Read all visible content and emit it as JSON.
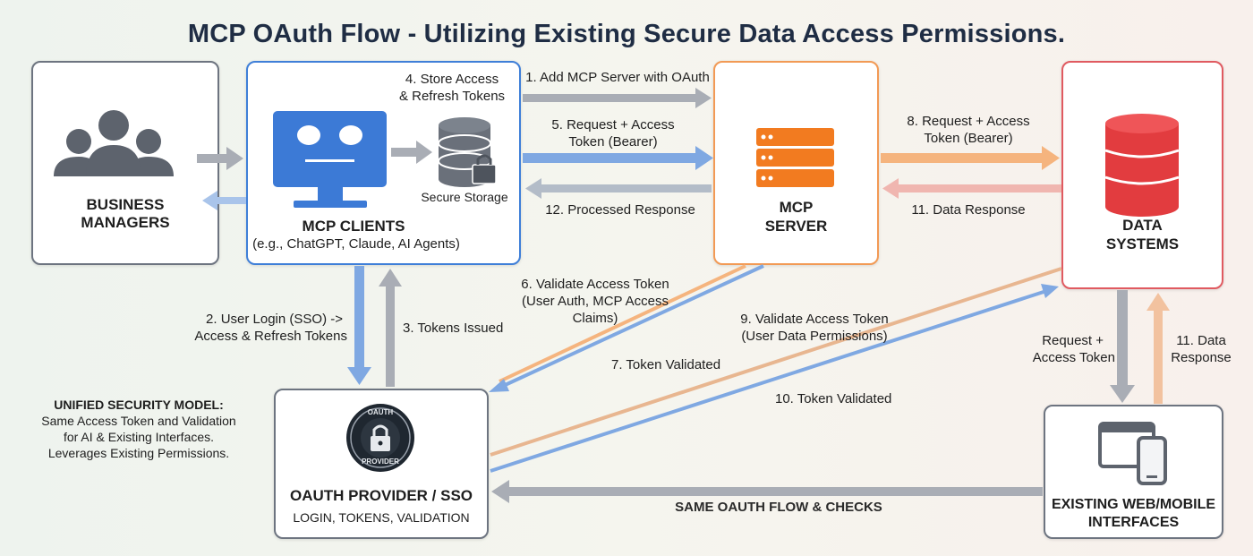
{
  "title": "MCP OAuth Flow - Utilizing Existing Secure Data Access Permissions.",
  "nodes": {
    "business_managers": {
      "title_line1": "BUSINESS",
      "title_line2": "MANAGERS"
    },
    "mcp_clients": {
      "title": "MCP CLIENTS",
      "subtitle": "(e.g., ChatGPT, Claude, AI Agents)",
      "storage_label": "Secure Storage"
    },
    "mcp_server": {
      "title_line1": "MCP",
      "title_line2": "SERVER"
    },
    "data_systems": {
      "title_line1": "DATA",
      "title_line2": "SYSTEMS"
    },
    "oauth_provider": {
      "title": "OAUTH PROVIDER / SSO",
      "subtitle": "LOGIN, TOKENS, VALIDATION",
      "badge_top": "OAUTH",
      "badge_bottom": "PROVIDER"
    },
    "existing_interfaces": {
      "title_line1": "EXISTING WEB/MOBILE",
      "title_line2": "INTERFACES"
    }
  },
  "steps": {
    "s1": "1. Add MCP Server with OAuth",
    "s2_line1": "2. User Login (SSO) ->",
    "s2_line2": "Access & Refresh Tokens",
    "s3": "3. Tokens Issued",
    "s4_line1": "4. Store Access",
    "s4_line2": "& Refresh Tokens",
    "s5_line1": "5. Request + Access",
    "s5_line2": "Token (Bearer)",
    "s6_line1": "6. Validate Access Token",
    "s6_line2": "(User Auth, MCP Access",
    "s6_line3": "Claims)",
    "s7": "7. Token Validated",
    "s8_line1": "8. Request + Access",
    "s8_line2": "Token (Bearer)",
    "s9_line1": "9. Validate Access Token",
    "s9_line2": "(User Data Permissions)",
    "s10": "10. Token Validated",
    "s11a": "11. Data Response",
    "s11b_line1": "11. Data",
    "s11b_line2": "Response",
    "s12": "12. Processed Response",
    "req_line1": "Request +",
    "req_line2": "Access Token",
    "same_flow": "SAME OAUTH FLOW & CHECKS"
  },
  "unified": {
    "heading": "UNIFIED SECURITY MODEL:",
    "line1": "Same Access Token and Validation",
    "line2": "for AI & Existing Interfaces.",
    "line3": "Leverages Existing Permissions."
  },
  "colors": {
    "gray": "#6d7480",
    "blue": "#3f7fd8",
    "orange": "#f29a55",
    "red": "#e05a60",
    "title": "#1f2d44"
  },
  "icons": {
    "business_managers": "people-group-icon",
    "mcp_clients": "robot-monitor-icon",
    "storage": "database-lock-icon",
    "mcp_server": "server-rack-icon",
    "data_systems": "database-cylinder-icon",
    "oauth_provider": "oauth-lock-badge-icon",
    "existing_interfaces": "browser-mobile-icon"
  }
}
